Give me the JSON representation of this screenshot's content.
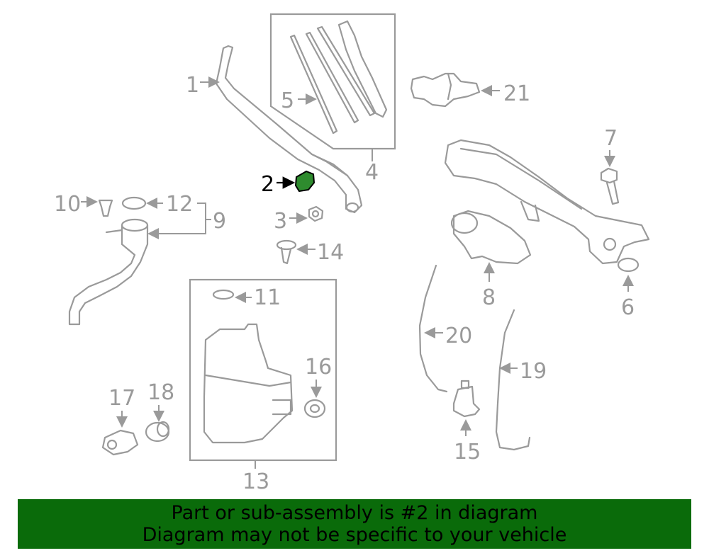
{
  "diagram": {
    "callouts": [
      "1",
      "2",
      "3",
      "4",
      "5",
      "6",
      "7",
      "8",
      "9",
      "10",
      "11",
      "12",
      "13",
      "14",
      "15",
      "16",
      "17",
      "18",
      "19",
      "20",
      "21"
    ],
    "highlighted_callout": "2",
    "highlight_color": "#2e8b2e"
  },
  "banner": {
    "line1": "Part or sub-assembly is #2 in diagram",
    "line2": "Diagram may not be specific to your vehicle",
    "background_color": "#0a6b0a"
  }
}
